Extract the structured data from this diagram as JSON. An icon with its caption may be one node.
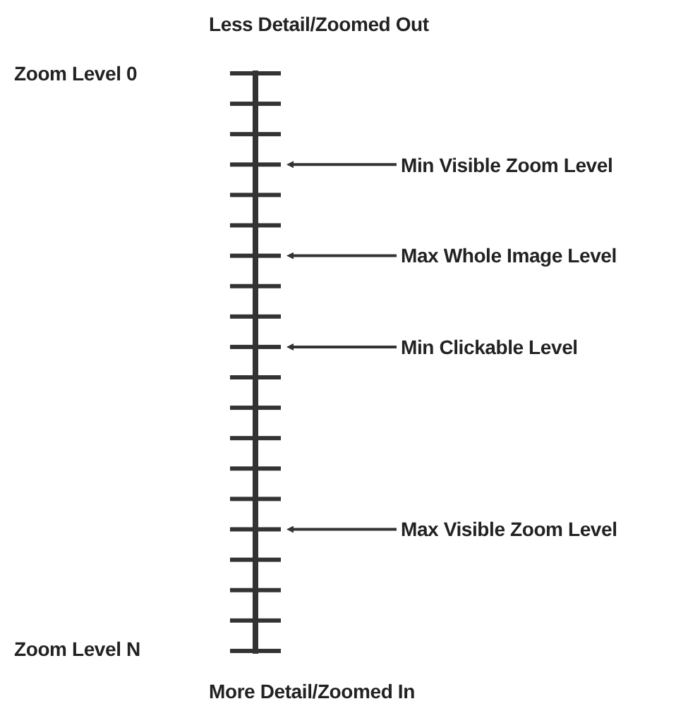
{
  "diagram": {
    "title": "Less Detail/Zoomed Out",
    "caption": "More Detail/Zoomed In",
    "nodes": [
      {
        "text": [],
        "shape": "bar"
      },
      {
        "text": [
          "Min Visible Zoom Level"
        ]
      },
      {
        "text": [
          "Max Whole Image Level"
        ]
      },
      {
        "text": [
          "Min Clickable Level"
        ]
      },
      {
        "text": [
          "Max Visible Zoom Level"
        ]
      }
    ],
    "edges": [
      {
        "from": 1,
        "to": 0,
        "arrow": "to"
      },
      {
        "from": 2,
        "to": 0,
        "arrow": "to"
      },
      {
        "from": 3,
        "to": 0,
        "arrow": "to"
      },
      {
        "from": 4,
        "to": 0,
        "arrow": "to"
      }
    ],
    "labels": [
      "Zoom Level 0",
      "Zoom Level N"
    ]
  }
}
